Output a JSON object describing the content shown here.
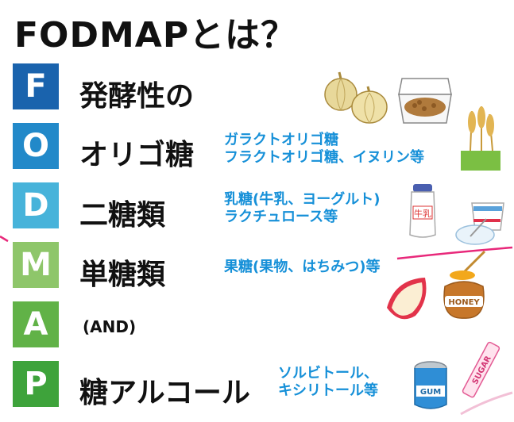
{
  "title": "FODMAPとは？",
  "letters": [
    {
      "char": "F",
      "color": "#1a63ad"
    },
    {
      "char": "O",
      "color": "#2289c9"
    },
    {
      "char": "D",
      "color": "#47b3da"
    },
    {
      "char": "M",
      "color": "#8ec66a"
    },
    {
      "char": "A",
      "color": "#61b247"
    },
    {
      "char": "P",
      "color": "#3ea33b"
    }
  ],
  "categories": {
    "fermentable": "発酵性の",
    "oligo": "オリゴ糖",
    "di": "二糖類",
    "mono": "単糖類",
    "and": "(AND)",
    "polyol": "糖アルコール"
  },
  "examples": {
    "oligo": [
      "ガラクトオリゴ糖",
      "フラクトオリゴ糖、イヌリン等"
    ],
    "di": [
      "乳糖(牛乳、ヨーグルト)",
      "ラクチュロース等"
    ],
    "mono": [
      "果糖(果物、はちみつ)等"
    ],
    "polyol": [
      "ソルビトール、",
      "キシリトール等"
    ]
  },
  "image_labels": {
    "milk": "牛乳",
    "honey": "HONEY",
    "gum": "GUM",
    "sugar": "SUGAR"
  },
  "colors": {
    "example_text": "#1690d8"
  }
}
